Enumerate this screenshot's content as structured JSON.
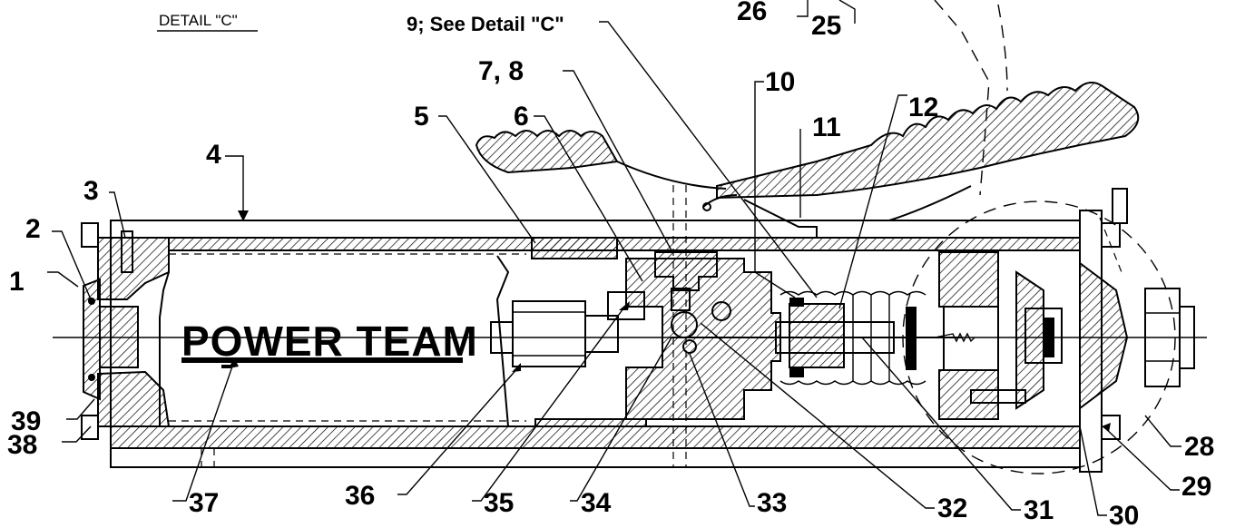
{
  "diagram": {
    "detail_caption": "DETAIL \"C\"",
    "logo_text": "POWER TEAM",
    "labels": {
      "l1": "1",
      "l2": "2",
      "l3": "3",
      "l4": "4",
      "l5": "5",
      "l6": "6",
      "l78": "7, 8",
      "l9": "9; See Detail \"C\"",
      "l10": "10",
      "l11": "11",
      "l12": "12",
      "l25": "25",
      "l26": "26",
      "l28": "28",
      "l29": "29",
      "l30": "30",
      "l31": "31",
      "l32": "32",
      "l33": "33",
      "l34": "34",
      "l35": "35",
      "l36": "36",
      "l37": "37",
      "l38": "38",
      "l39": "39"
    }
  }
}
